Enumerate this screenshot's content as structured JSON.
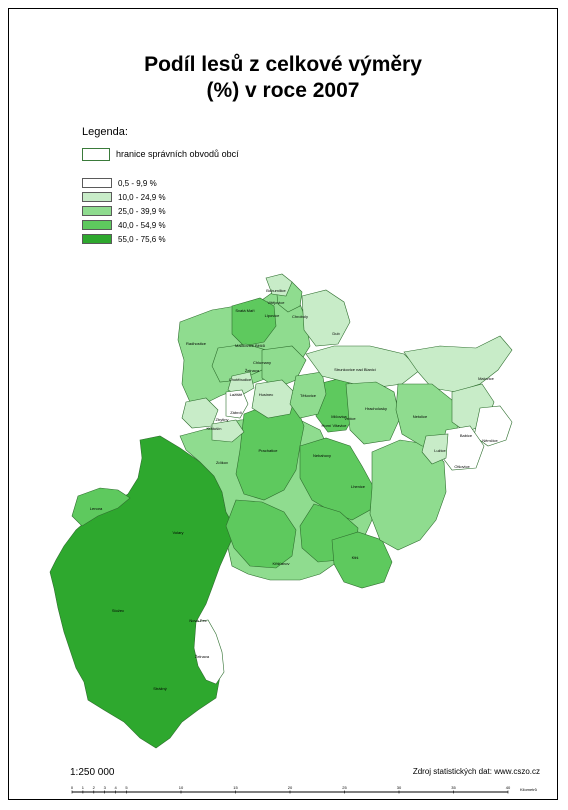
{
  "title_line1": "Podíl lesů z celkové výměry",
  "title_line2": "(%) v roce 2007",
  "legend": {
    "heading": "Legenda:",
    "boundary_label": "hranice správních obvodů obcí",
    "classes": [
      {
        "label": "0,5 - 9,9 %",
        "color": "#ffffff"
      },
      {
        "label": "10,0 - 24,9 %",
        "color": "#c8ecc8"
      },
      {
        "label": "25,0 - 39,9 %",
        "color": "#8fdc8f"
      },
      {
        "label": "40,0 - 54,9 %",
        "color": "#5ec95e"
      },
      {
        "label": "55,0 - 75,6 %",
        "color": "#2ea82e"
      }
    ]
  },
  "municipalities": [
    "Bohumilice",
    "Vitějovice",
    "Lipovice",
    "Svatá Maří",
    "Chroboly",
    "Dub",
    "Mačkovice Bělčů",
    "Radhostice",
    "Chlumany",
    "Želnava",
    "Strunkovice nad Blanicí",
    "Malovice",
    "Chotěbudice",
    "Lažiště",
    "Zábrdí",
    "Zbytiny",
    "Husinec",
    "Těšovice",
    "Hracholusky",
    "Netolice",
    "Vrbice",
    "Kratušín",
    "Křišťanov",
    "Prachatice",
    "Volary",
    "Zdíkov",
    "Nebahovy",
    "Mičovice",
    "Lhenice",
    "Ktiš",
    "Nová Pec",
    "Stožec",
    "Lenora",
    "Želnava",
    "Strážný",
    "Babice",
    "Němčice",
    "Lužice",
    "Olšovice",
    "Horní Vltavice"
  ],
  "scale": "1:250 000",
  "scalebar": {
    "ticks": [
      "0",
      "1",
      "2",
      "3",
      "4",
      "5",
      "10",
      "15",
      "20",
      "25",
      "30",
      "35",
      "40"
    ],
    "unit": "Kilometrů"
  },
  "source": "Zdroj statistických dat: www.cszo.cz"
}
